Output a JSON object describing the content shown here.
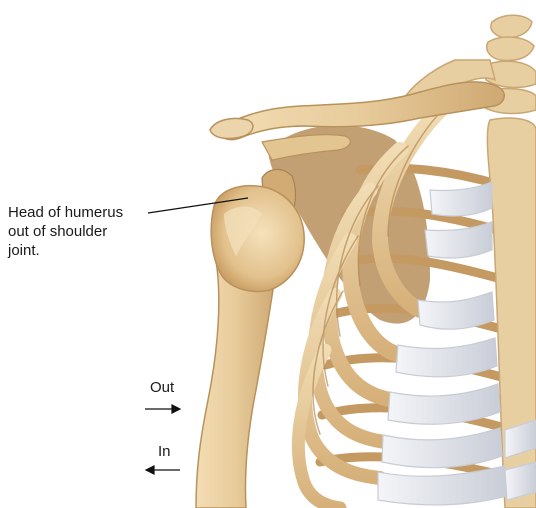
{
  "callout": {
    "lines": [
      "Head of humerus",
      "out of shoulder",
      "joint."
    ]
  },
  "arrows": {
    "out_label": "Out",
    "in_label": "In"
  },
  "colors": {
    "bone": "#e8cfa2",
    "bone_shadow": "#c9a673",
    "bone_highlight": "#f6e6c6",
    "cartilage": "#eef0f4",
    "cartilage_shadow": "#c8ccd6",
    "scapula": "#b78f5c",
    "background": "#ffffff",
    "text": "#1a1a1a"
  }
}
